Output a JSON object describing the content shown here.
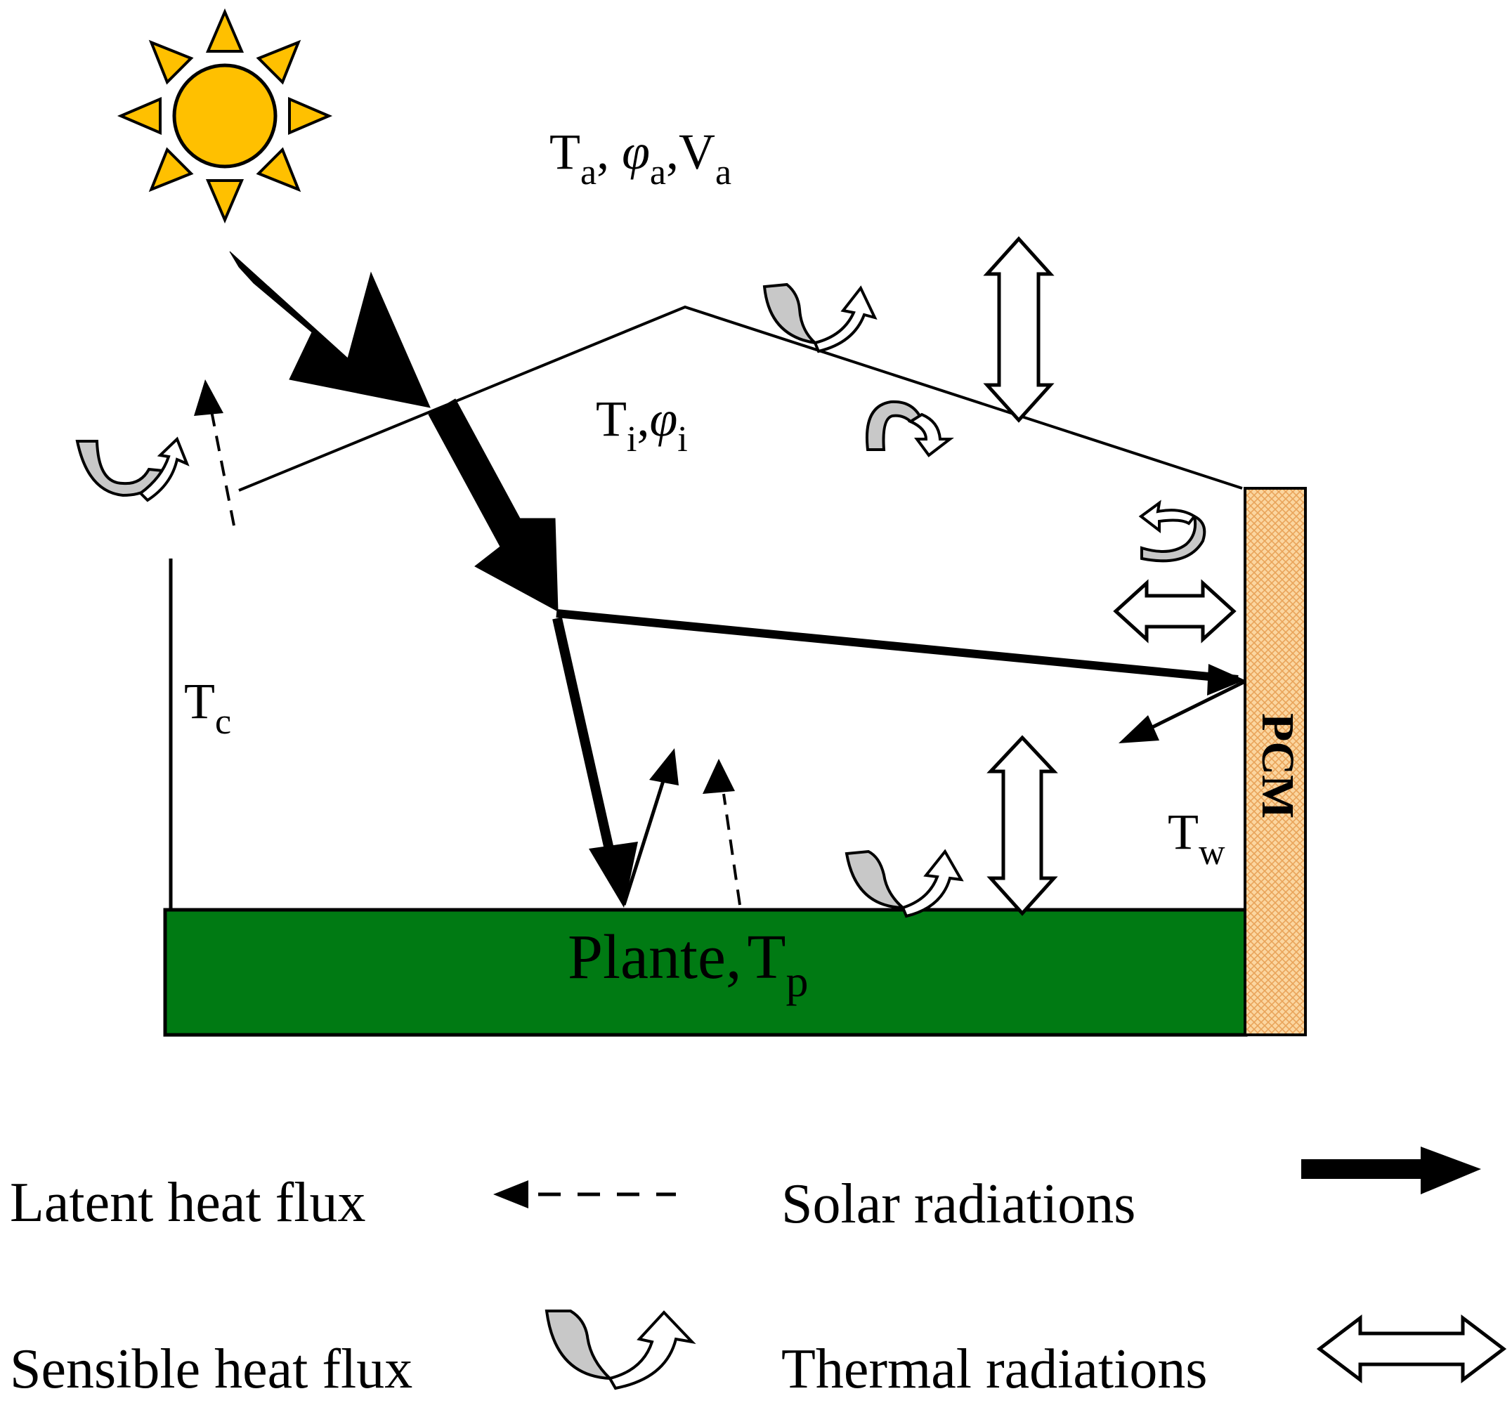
{
  "labels": {
    "ambient_T": "T",
    "ambient_T_sub": "a",
    "ambient_phi": "φ",
    "ambient_phi_sub": "a",
    "ambient_V": "V",
    "ambient_V_sub": "a",
    "inside_T": "T",
    "inside_T_sub": "i",
    "inside_phi": "φ",
    "inside_phi_sub": "i",
    "cover_T": "T",
    "cover_T_sub": "c",
    "wall_T": "T",
    "wall_T_sub": "w",
    "pcm": "PCM",
    "plant": "Plante,",
    "plant_T": "T",
    "plant_T_sub": "p"
  },
  "legend": {
    "latent": "Latent heat flux",
    "solar": "Solar radiations",
    "sensible": "Sensible heat flux",
    "thermal": "Thermal radiations"
  },
  "colors": {
    "sun": "#FFC000",
    "plant_bed": "#007A13",
    "pcm_fill": "#FBD6A0",
    "pcm_hatch": "#E9A45A",
    "sensible_gray": "#C8C8C8"
  }
}
